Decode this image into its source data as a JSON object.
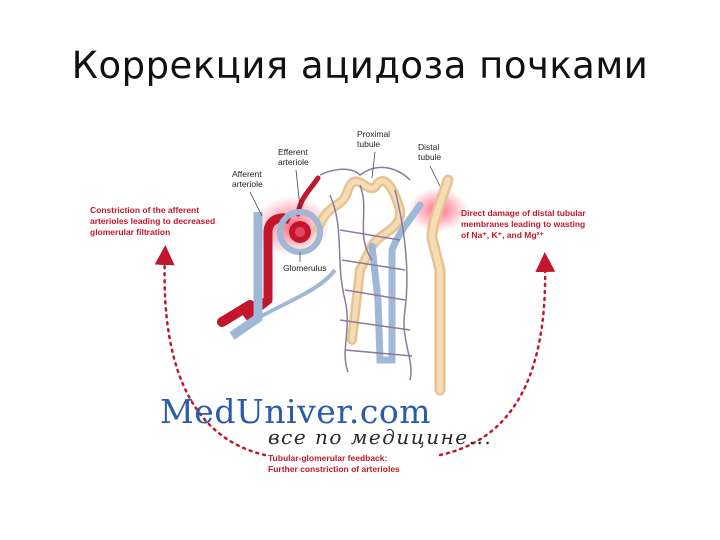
{
  "title": "Коррекция ацидоза почками",
  "diagram": {
    "labels": {
      "proximal_tubule": [
        "Proximal",
        "tubule"
      ],
      "distal_tubule": [
        "Distal",
        "tubule"
      ],
      "efferent_arteriole": [
        "Efferent",
        "arteriole"
      ],
      "afferent_arteriole": [
        "Afferent",
        "arteriole"
      ],
      "glomerulus": "Glomerulus"
    },
    "annotations": {
      "constriction": [
        "Constriction of the afferent",
        "arterioles leading to decreased",
        "glomerular filtration"
      ],
      "distal_damage": [
        "Direct damage of distal tubular",
        "membranes leading to wasting",
        "of Na⁺, K⁺, and Mg²⁺"
      ],
      "feedback": [
        "Tubular-glomerular feedback:",
        "Further constriction of arterioles"
      ]
    },
    "colors": {
      "arteriole": "#c3152b",
      "vein": "#9fb8d8",
      "tubule": "#f2d3a8",
      "dashed_arrow": "#c3152b",
      "text_red": "#c3152b"
    }
  },
  "watermark": {
    "brand": "MedUniver.com",
    "tagline": "все по медицине..."
  }
}
